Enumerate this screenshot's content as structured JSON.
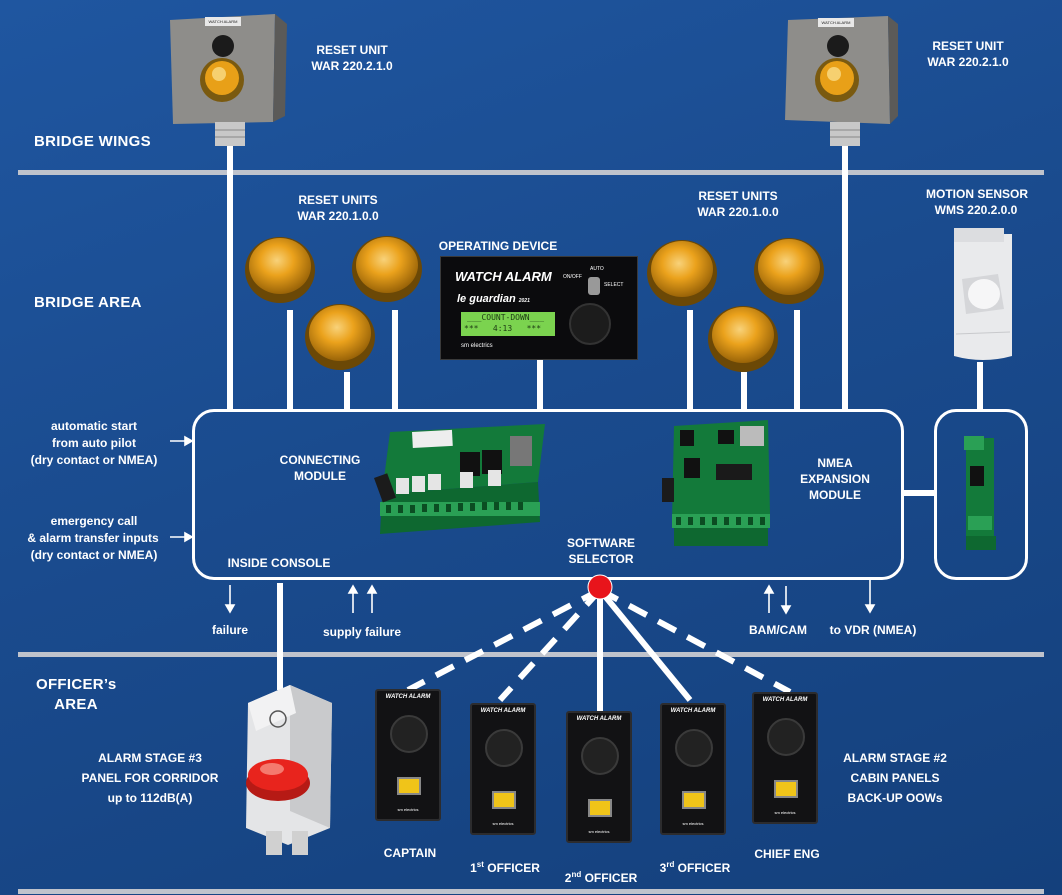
{
  "zones": {
    "bridge_wings": "BRIDGE WINGS",
    "bridge_area": "BRIDGE AREA",
    "officers_area_1": "OFFICER’s",
    "officers_area_2": "AREA"
  },
  "reset_unit_wing": {
    "line1": "RESET UNIT",
    "line2": "WAR 220.2.1.0",
    "plate": "WATCH ALARM"
  },
  "reset_units_area": {
    "line1": "RESET UNITS",
    "line2": "WAR 220.1.0.0"
  },
  "operating_device": {
    "label": "OPERATING DEVICE",
    "title": "WATCH ALARM",
    "brand": "le guardian",
    "brand_year": "2021",
    "switch_on": "ON/OFF",
    "switch_auto": "AUTO",
    "switch_select": "SELECT",
    "lcd_line1": "___COUNT-DOWN___",
    "lcd_line2": "***   4:13   ***",
    "maker": "sm electrics"
  },
  "motion_sensor": {
    "line1": "MOTION SENSOR",
    "line2": "WMS 220.2.0.0"
  },
  "inputs": {
    "auto1": "automatic start",
    "auto2": "from auto pilot",
    "auto3": "(dry contact or NMEA)",
    "em1": "emergency call",
    "em2": "& alarm transfer inputs",
    "em3": "(dry contact or NMEA)"
  },
  "console": {
    "connecting1": "CONNECTING",
    "connecting2": "MODULE",
    "nmea1": "NMEA",
    "nmea2": "EXPANSION",
    "nmea3": "MODULE",
    "inside": "INSIDE CONSOLE",
    "sw1": "SOFTWARE",
    "sw2": "SELECTOR"
  },
  "outputs": {
    "failure": "failure",
    "supply": "supply failure",
    "bam": "BAM/CAM",
    "vdr": "to VDR (NMEA)"
  },
  "stage3": {
    "line1": "ALARM STAGE #3",
    "line2": "PANEL FOR CORRIDOR",
    "line3": "up to 112dB(A)"
  },
  "stage2": {
    "line1": "ALARM STAGE #2",
    "line2": "CABIN PANELS",
    "line3": "BACK-UP OOWs"
  },
  "cabin_panel": {
    "title": "WATCH ALARM",
    "maker": "sm electrics"
  },
  "officers": {
    "captain": "CAPTAIN",
    "first_pre": "1",
    "first_sup": "st",
    "first_post": " OFFICER",
    "second_pre": "2",
    "second_sup": "nd",
    "second_post": " OFFICER",
    "third_pre": "3",
    "third_sup": "rd",
    "third_post": " OFFICER",
    "chief": "CHIEF ENG"
  },
  "colors": {
    "background": "#1a4b8e",
    "line": "#ffffff",
    "zone_divider": "#bfc3cc",
    "selector": "#e8141b",
    "lcd": "#7bd34f",
    "amber": "#e89b10"
  }
}
